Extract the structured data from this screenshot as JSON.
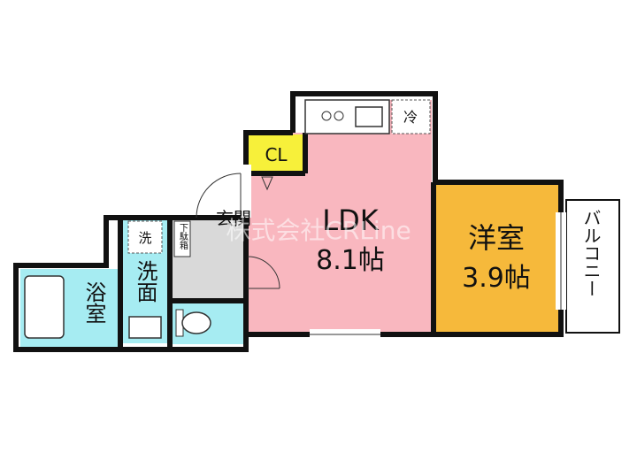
{
  "rooms": {
    "ldk": {
      "name": "LDK",
      "size": "8.1帖"
    },
    "western": {
      "name": "洋室",
      "size": "3.9帖"
    },
    "bath": {
      "name": "浴室"
    },
    "washroom": {
      "name": "洗面"
    },
    "entrance": {
      "name": "玄関"
    },
    "closet": {
      "name": "CL"
    },
    "balcony": {
      "name": "バルコニー"
    }
  },
  "fixtures": {
    "washer": "洗",
    "fridge": "冷",
    "shoe_box": "下駄箱"
  },
  "watermark": "株式会社CRLine",
  "colors": {
    "ldk": "#f9b7bf",
    "western": "#f6b93b",
    "wet": "#a6ecf2",
    "closet": "#f7f03a",
    "entrance": "#d9d9d9",
    "wall": "#111111"
  }
}
